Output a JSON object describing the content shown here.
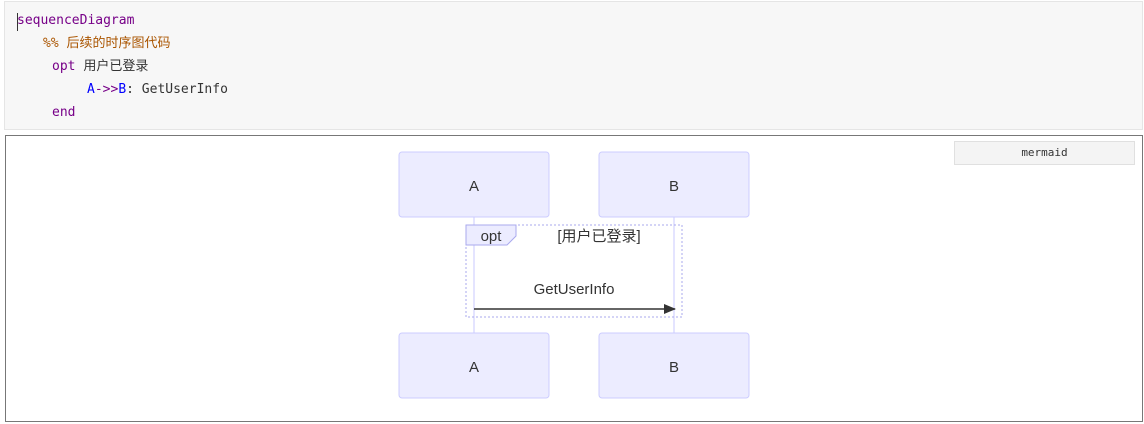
{
  "code": {
    "line1": {
      "keyword": "sequenceDiagram"
    },
    "line2": {
      "comment": "%% 后续的时序图代码"
    },
    "line3": {
      "keyword": "opt",
      "condition": "用户已登录"
    },
    "line4": {
      "from": "A",
      "arrow": "->>",
      "to": "B",
      "colon": ":",
      "message": "GetUserInfo"
    },
    "line5": {
      "keyword": "end"
    }
  },
  "language_tag": "mermaid",
  "diagram": {
    "participants": [
      "A",
      "B"
    ],
    "block": {
      "type_label": "opt",
      "condition_label": "[用户已登录]"
    },
    "message": {
      "from": "A",
      "to": "B",
      "label": "GetUserInfo"
    },
    "colors": {
      "actor_fill": "#ececff",
      "actor_stroke": "#ccccff",
      "lifeline": "#c8c8ff",
      "block_border": "#aaaaee",
      "arrow": "#333333",
      "text": "#333333"
    }
  }
}
